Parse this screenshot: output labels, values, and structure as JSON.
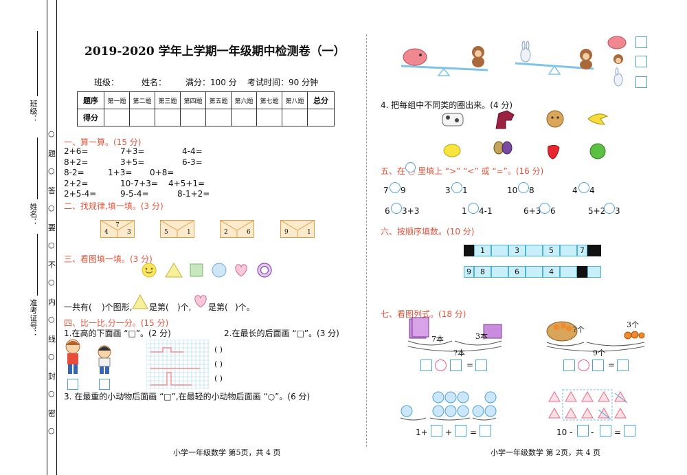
{
  "sidebar": {
    "class_label": "班级：",
    "name_label": "姓名：",
    "exam_id_label": "准考证号：",
    "seal_line_chars": [
      "○",
      "题",
      "○",
      "答",
      "○",
      "要",
      "○",
      "不",
      "○",
      "内",
      "○",
      "线",
      "○",
      "封",
      "○",
      "密",
      "○"
    ]
  },
  "left_page": {
    "title": "2019-2020 学年上学期一年级期中检测卷（一）",
    "info": {
      "class": "班级：",
      "name": "姓名：",
      "score": "满分：100 分",
      "time": "考试时间：90 分钟"
    },
    "score_table": {
      "header_label": "题序",
      "row_label": "得分",
      "total_label": "总分",
      "columns": [
        "第一题",
        "第二题",
        "第三题",
        "第四题",
        "第五题",
        "第六题",
        "第七题",
        "第八题"
      ]
    },
    "section1": {
      "title": "一、算一算。(15 分)",
      "rows": [
        [
          "2+6=",
          "7+3=",
          "4-4="
        ],
        [
          "8+2=",
          "3+5=",
          "6-3="
        ],
        [
          "8-2=",
          "1+3=",
          "0+8="
        ],
        [
          "2+2=",
          "10-7+3=",
          "4+5+1="
        ],
        [
          "2+5-4=",
          "9-5-4=",
          "8-1+2="
        ]
      ]
    },
    "section2": {
      "title": "二、找规律,填一填。(3 分)",
      "envelopes": [
        {
          "top": "7",
          "left": "4",
          "right": "3"
        },
        {
          "top": "",
          "left": "5",
          "right": "1"
        },
        {
          "top": "",
          "left": "2",
          "right": "6"
        },
        {
          "top": "",
          "left": "9",
          "right": "1"
        }
      ]
    },
    "section3": {
      "title": "三、看图填一填。(3 分)",
      "sentence_parts": [
        "一共有(",
        "   )个图形,",
        "是第(",
        "   )个,",
        "是第(",
        "   )个。"
      ]
    },
    "section4": {
      "title": "四、比一比,分一分。(15 分)",
      "q1": "1.在高的下面画 “□”。(2 分)",
      "q2": "2.在最长的后面画 “□”。(3 分)",
      "q2_blanks": [
        "(      )",
        "(      )",
        "(      )"
      ],
      "q3": "3. 在最重的小动物后面画 “□”,在最轻的小动物后面画 “○”。(6 分)"
    },
    "footer": "小学一年级数学    第5页，共 4 页"
  },
  "right_page": {
    "section4_q4": "4. 把每组中不同类的圈出来。(4 分)",
    "section5": {
      "title": "五、在 ○ 里填上 “>” “<” 或 “=”。(16 分)",
      "row1": [
        [
          "7",
          "9"
        ],
        [
          "3",
          "1"
        ],
        [
          "10",
          "8"
        ],
        [
          "4",
          "4"
        ]
      ],
      "row2": [
        [
          "6",
          "3+3"
        ],
        [
          "1",
          "4-1"
        ],
        [
          "6+3",
          "6"
        ],
        [
          "5+2",
          "3"
        ]
      ]
    },
    "section6": {
      "title": "六、按顺序填数。(10 分)",
      "row1": [
        "",
        "1",
        "",
        "3",
        "",
        "5",
        "",
        "7",
        ""
      ],
      "row2": [
        "9",
        "8",
        "",
        "6",
        "",
        "4",
        "",
        "",
        ""
      ]
    },
    "section7": {
      "title": "七、看图列式。(18 分)",
      "books_left": "7本",
      "books_right": "3本",
      "books_total": "?本",
      "fruit_unknown": "?个",
      "fruit_right": "3个",
      "fruit_total": "9个",
      "eq_sign": "=",
      "eq3_prefix": "1+",
      "eq3_plus": "+",
      "eq3_eq": "=",
      "eq4_prefix": "10 -",
      "eq4_minus": "-",
      "eq4_eq": "="
    },
    "footer": "小学一年级数学    第 2页，共 4 页"
  },
  "colors": {
    "red_heading": "#e0533b",
    "blue_box": "#4aa3d8",
    "cell_fill": "#c9f0fa"
  }
}
